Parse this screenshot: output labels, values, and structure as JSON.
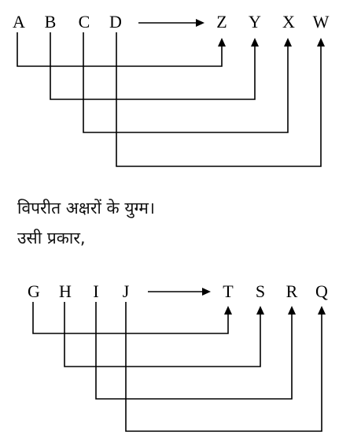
{
  "diagrams": [
    {
      "left_letters": [
        "A",
        "B",
        "C",
        "D"
      ],
      "right_letters": [
        "Z",
        "Y",
        "X",
        "W"
      ]
    },
    {
      "left_letters": [
        "G",
        "H",
        "I",
        "J"
      ],
      "right_letters": [
        "T",
        "S",
        "R",
        "Q"
      ]
    }
  ],
  "caption_line1": "विपरीत अक्षरों के युग्म।",
  "caption_line2": "उसी प्रकार,"
}
